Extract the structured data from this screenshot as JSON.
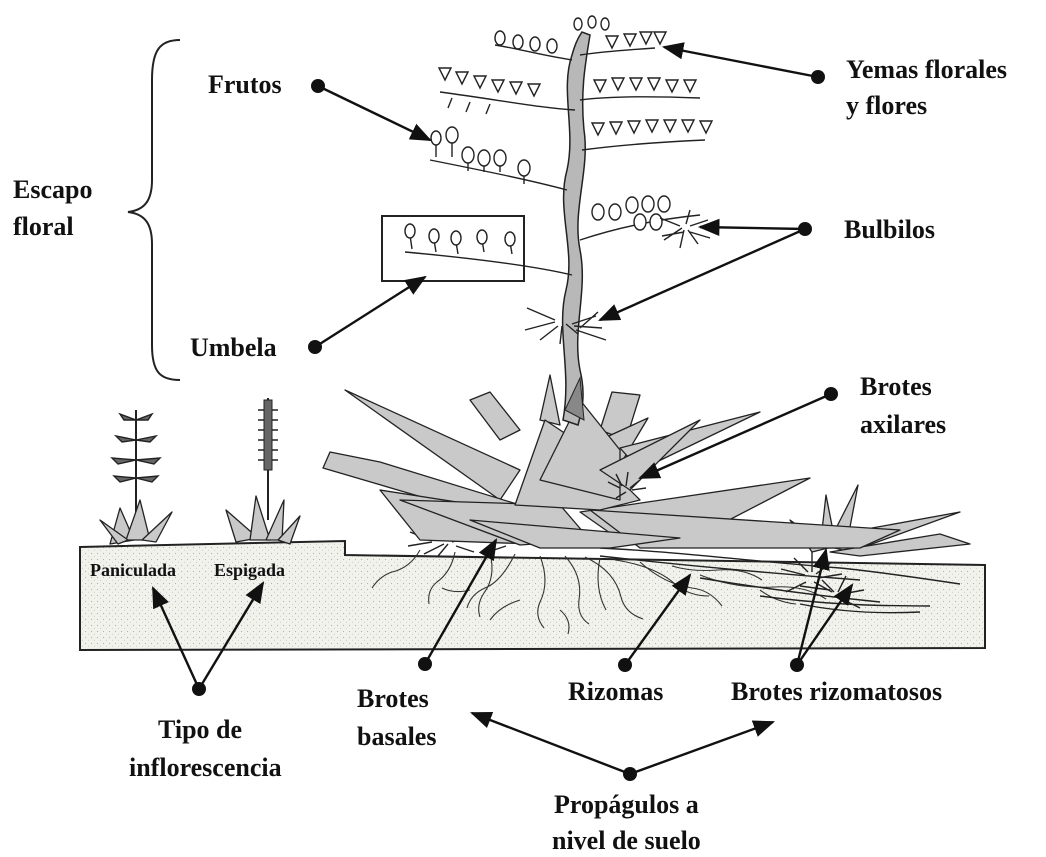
{
  "colors": {
    "ink": "#111111",
    "soil": "#f2f2ec",
    "leaf": "#c9c9c9",
    "stem": "#b8b8b8"
  },
  "labels": {
    "escapo_line1": "Escapo",
    "escapo_line2": "floral",
    "frutos": "Frutos",
    "yemas_line1": "Yemas florales",
    "yemas_line2": "y flores",
    "bulbilos": "Bulbilos",
    "umbela": "Umbela",
    "brotes_axilares_line1": "Brotes",
    "brotes_axilares_line2": "axilares",
    "paniculada": "Paniculada",
    "espigada": "Espigada",
    "tipo_line1": "Tipo de",
    "tipo_line2": "inflorescencia",
    "brotes_basales_line1": "Brotes",
    "brotes_basales_line2": "basales",
    "rizomas": "Rizomas",
    "brotes_rizomatosos": "Brotes rizomatosos",
    "propagulos_line1": "Propágulos a",
    "propagulos_line2": "nivel de suelo"
  }
}
